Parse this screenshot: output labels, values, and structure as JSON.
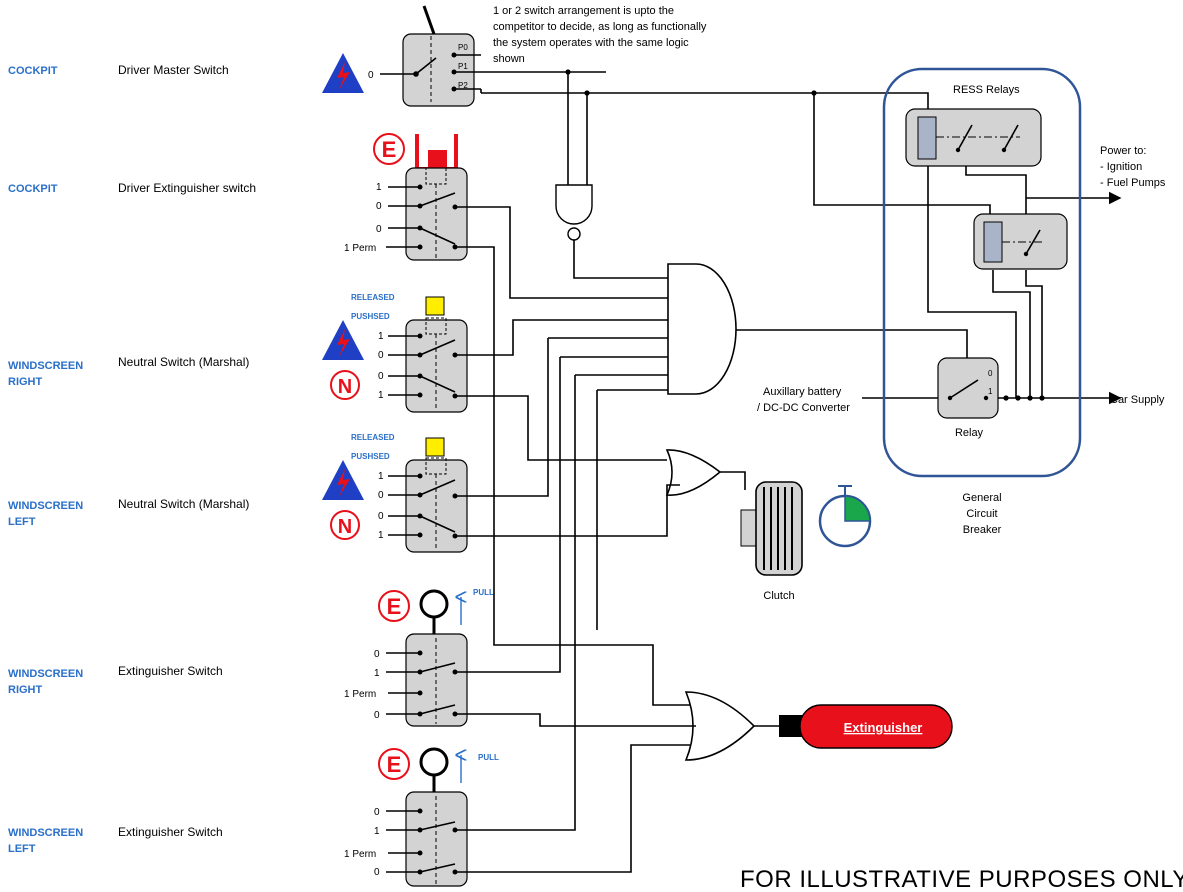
{
  "caption": "FOR ILLUSTRATIVE PURPOSES ONLY",
  "note_lines": [
    "1 or 2 switch arrangement is upto the",
    "competitor to decide, as long as functionally",
    "the system operates with the same logic",
    "shown"
  ],
  "rows": [
    {
      "location": [
        "COCKPIT"
      ],
      "description": "Driver  Master Switch"
    },
    {
      "location": [
        "COCKPIT"
      ],
      "description": "Driver Extinguisher switch"
    },
    {
      "location": [
        "WINDSCREEN",
        "RIGHT"
      ],
      "description": "Neutral Switch (Marshal)"
    },
    {
      "location": [
        "WINDSCREEN",
        "LEFT"
      ],
      "description": "Neutral Switch (Marshal)"
    },
    {
      "location": [
        "WINDSCREEN",
        "RIGHT"
      ],
      "description": "Extinguisher  Switch"
    },
    {
      "location": [
        "WINDSCREEN",
        "LEFT"
      ],
      "description": "Extinguisher  Switch"
    }
  ],
  "master_switch": {
    "left_label": "0",
    "positions": [
      "P0",
      "P1",
      "P2"
    ]
  },
  "driver_ext_switch": {
    "labels": [
      "1",
      "0",
      "0",
      "1 Perm"
    ]
  },
  "neutral_switch_labels": [
    "1",
    "0",
    "0",
    "1"
  ],
  "neutral_states": {
    "released": "RELEASED",
    "pushed": "PUSHSED"
  },
  "ext_switch_labels": [
    "0",
    "1",
    "1 Perm",
    "0"
  ],
  "pull_label": "PULL",
  "icon_letters": {
    "extinguisher": "E",
    "neutral": "N"
  },
  "ress_relays": "RESS Relays",
  "power_to": [
    "Power to:",
    "- Ignition",
    "- Fuel Pumps"
  ],
  "aux_battery": [
    "Auxillary battery",
    "/ DC-DC Converter"
  ],
  "relay": {
    "label": "Relay",
    "pos0": "0",
    "pos1": "1"
  },
  "car_supply": "Car Supply",
  "gcb": [
    "General",
    "Circuit",
    "Breaker"
  ],
  "clutch": "Clutch",
  "extinguisher": "Extinguisher",
  "colors": {
    "label_blue": "#2a6fc9",
    "alert_red": "#e8101a",
    "push_yellow": "#ffee00",
    "timer_green": "#1aa64b",
    "gcb_border": "#2f5597"
  }
}
